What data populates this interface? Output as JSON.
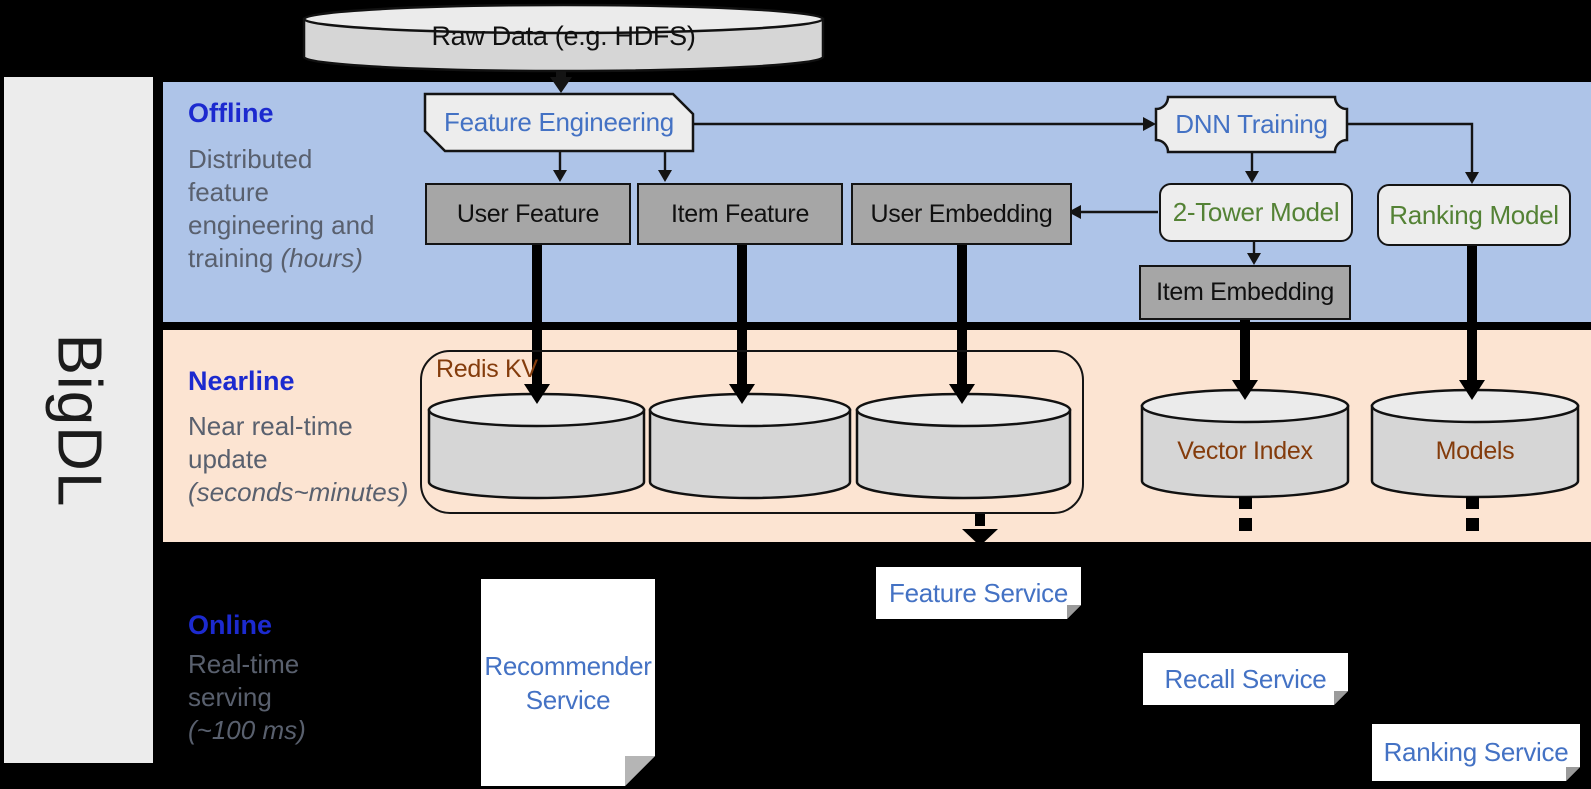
{
  "brand": "BigDL",
  "datasource_label": "Raw Data (e.g. HDFS)",
  "sections": {
    "offline": {
      "title": "Offline",
      "description": "Distributed feature engineering and training",
      "note": "(hours)"
    },
    "nearline": {
      "title": "Nearline",
      "description": "Near real-time update",
      "note": "(seconds~minutes)"
    },
    "online": {
      "title": "Online",
      "description": "Real-time serving",
      "note": "(~100 ms)"
    }
  },
  "nodes": {
    "feature_engineering": "Feature Engineering",
    "dnn_training": "DNN Training",
    "user_feature": "User Feature",
    "item_feature": "Item Feature",
    "user_embedding": "User Embedding",
    "two_tower_model": "2-Tower Model",
    "ranking_model": "Ranking Model",
    "item_embedding": "Item Embedding",
    "redis_kv": "Redis KV",
    "vector_index": "Vector Index",
    "models": "Models",
    "recommender_service": "Recommender Service",
    "feature_service": "Feature Service",
    "recall_service": "Recall Service",
    "ranking_service": "Ranking Service"
  },
  "colors": {
    "background": "#000000",
    "sidebar_bg": "#ECECEC",
    "offline_band": "#AEC4E8",
    "nearline_band": "#FCE4D2",
    "section_label_blue": "#1C2ACF",
    "body_text_gray": "#59606E",
    "node_text_blue": "#4472C4",
    "model_text_green": "#548235",
    "storage_text_brown": "#843C0C",
    "gray_box_fill": "#A6A6A6",
    "light_shape_fill": "#EDEDED",
    "cylinder_fill": "#D6D6D6",
    "white_box_fill": "#FFFFFF"
  }
}
